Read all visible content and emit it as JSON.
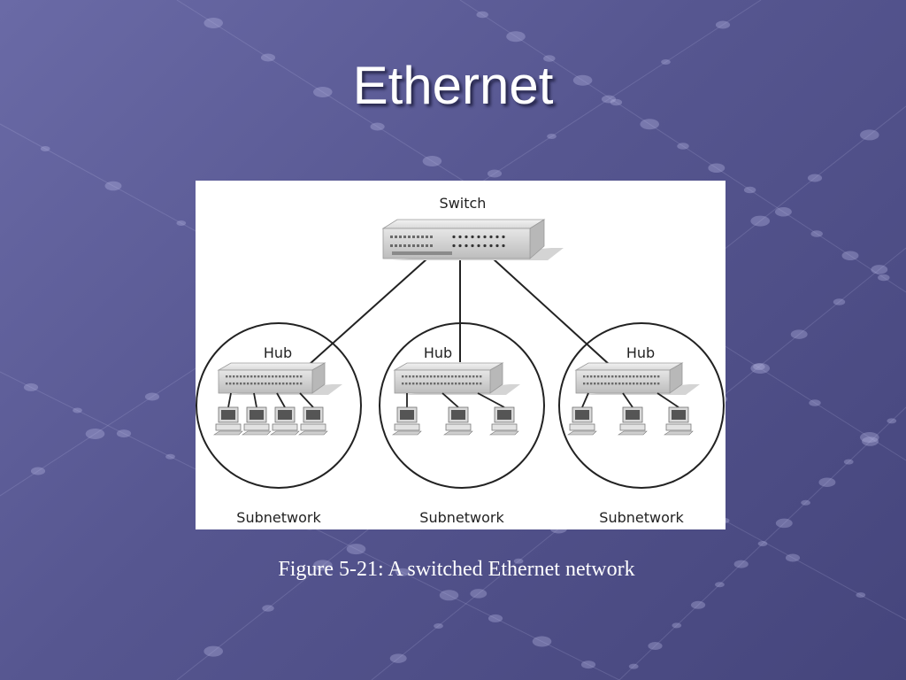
{
  "slide": {
    "title": "Ethernet",
    "caption": "Figure 5-21: A switched Ethernet network"
  },
  "diagram": {
    "switch_label": "Switch",
    "subnets": [
      {
        "hub_label": "Hub",
        "subnet_label": "Subnetwork",
        "computers": 4
      },
      {
        "hub_label": "Hub",
        "subnet_label": "Subnetwork",
        "computers": 3
      },
      {
        "hub_label": "Hub",
        "subnet_label": "Subnetwork",
        "computers": 3
      }
    ]
  },
  "colors": {
    "background": "#565690",
    "title_text": "#ffffff",
    "figure_background": "#ffffff",
    "line": "#222222"
  }
}
